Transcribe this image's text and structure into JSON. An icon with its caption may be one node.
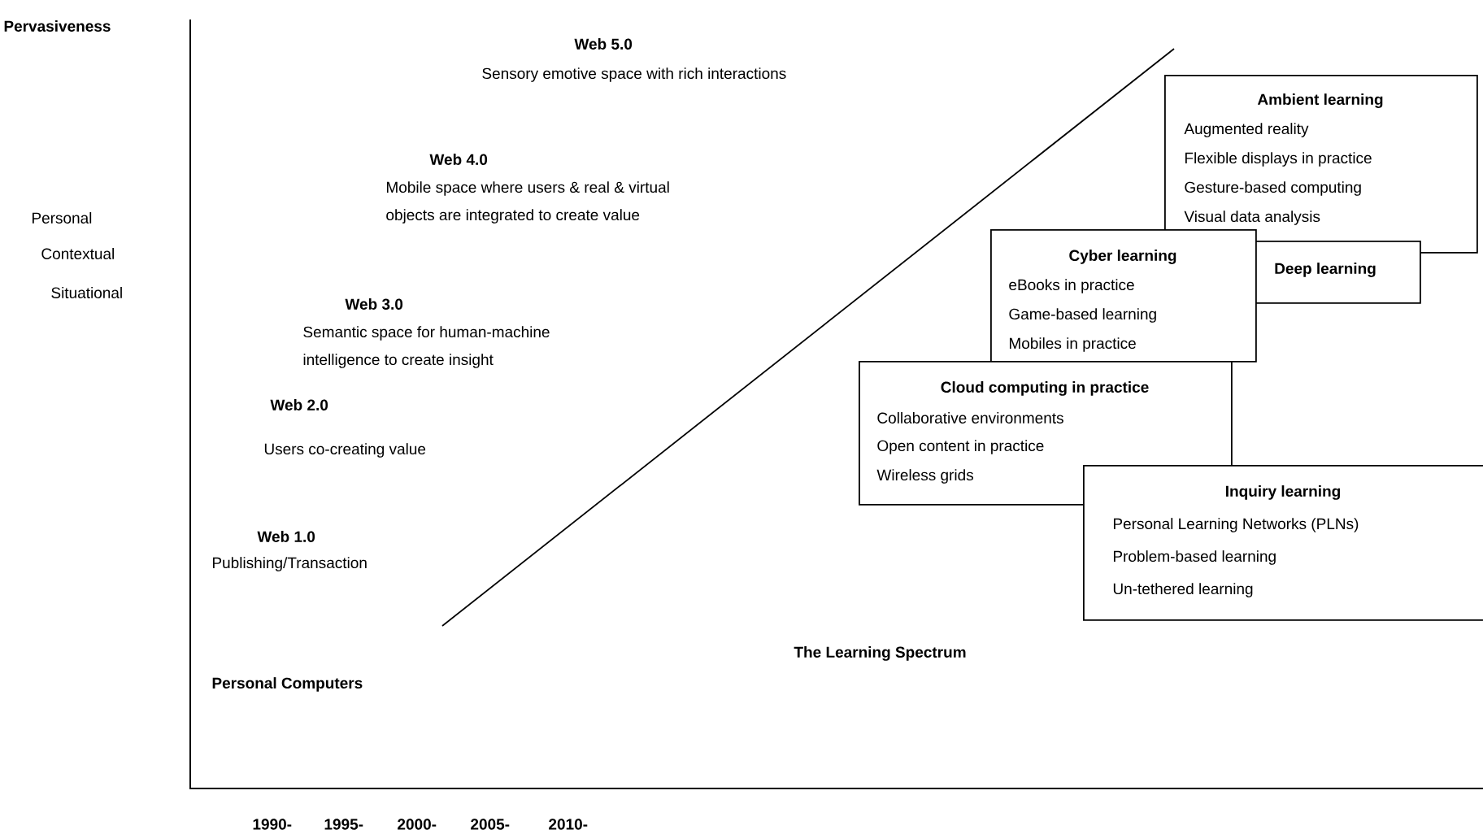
{
  "diagram": {
    "nodes": [
      {
        "text": [
          "Ambient learning",
          "Augmented reality",
          "Flexible displays in practice",
          "Gesture-based computing",
          "Visual data analysis"
        ]
      },
      {
        "text": [
          "Deep learning"
        ]
      },
      {
        "text": [
          "Cyber learning",
          "eBooks in practice",
          "Game-based learning",
          "Mobiles in practice"
        ]
      },
      {
        "text": [
          "Cloud computing in practice",
          "Collaborative environments",
          "Open content  in practice",
          "Wireless grids"
        ]
      },
      {
        "text": [
          "Inquiry learning",
          "Personal Learning Networks (PLNs)",
          "Problem-based learning",
          "Un-tethered learning"
        ]
      }
    ],
    "edges": [],
    "labels": [
      "Pervasiveness",
      "Web 5.0",
      "Sensory emotive space with rich interactions",
      "Web 4.0",
      "Mobile space where users & real & virtual",
      "Personal",
      "objects are integrated to create value",
      "Contextual",
      "Situational",
      "Web 3.0",
      "Semantic space for human-machine",
      "intelligence to create insight",
      "Web 2.0",
      "Users co-creating value",
      "Web 1.0",
      "Publishing/Transaction",
      "The Learning Spectrum",
      "Personal Computers",
      "1990-",
      "1995-",
      "2000-",
      "2005-",
      "2010-"
    ]
  }
}
